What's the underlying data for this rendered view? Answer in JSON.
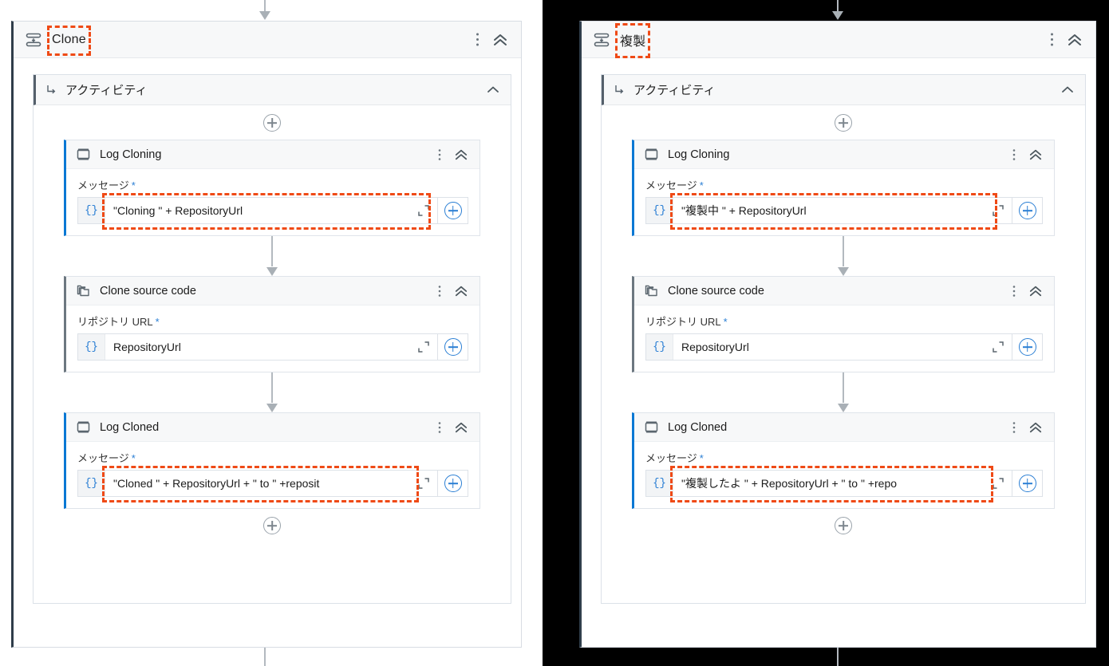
{
  "panels": [
    {
      "id": "left",
      "sequence": {
        "title": "Clone",
        "icon": "sequence-icon",
        "highlighted": true
      },
      "activity_group": {
        "label": "アクティビティ",
        "icon": "nested-arrow-icon",
        "collapsed": false
      },
      "cards": [
        {
          "name": "Log Cloning",
          "icon": "log-message-icon",
          "accent": "#0a78d4",
          "field_label": "メッセージ",
          "required_marker": "*",
          "expr_prefix": "{}",
          "expr_value": "\"Cloning \" + RepositoryUrl",
          "expr_highlighted": true
        },
        {
          "name": "Clone source code",
          "icon": "copy-folder-icon",
          "accent": "#6c7780",
          "field_label": "リポジトリ URL",
          "required_marker": "*",
          "expr_prefix": "{}",
          "expr_value": "RepositoryUrl",
          "expr_highlighted": false
        },
        {
          "name": "Log Cloned",
          "icon": "log-message-icon",
          "accent": "#0a78d4",
          "field_label": "メッセージ",
          "required_marker": "*",
          "expr_prefix": "{}",
          "expr_value": "\"Cloned \" + RepositoryUrl + \" to \" +reposit",
          "expr_highlighted": true
        }
      ]
    },
    {
      "id": "right",
      "sequence": {
        "title": "複製",
        "icon": "sequence-icon",
        "highlighted": true
      },
      "activity_group": {
        "label": "アクティビティ",
        "icon": "nested-arrow-icon",
        "collapsed": false
      },
      "cards": [
        {
          "name": "Log Cloning",
          "icon": "log-message-icon",
          "accent": "#0a78d4",
          "field_label": "メッセージ",
          "required_marker": "*",
          "expr_prefix": "{}",
          "expr_value": "\"複製中 \" + RepositoryUrl",
          "expr_highlighted": true
        },
        {
          "name": "Clone source code",
          "icon": "copy-folder-icon",
          "accent": "#6c7780",
          "field_label": "リポジトリ URL",
          "required_marker": "*",
          "expr_prefix": "{}",
          "expr_value": "RepositoryUrl",
          "expr_highlighted": false
        },
        {
          "name": "Log Cloned",
          "icon": "log-message-icon",
          "accent": "#0a78d4",
          "field_label": "メッセージ",
          "required_marker": "*",
          "expr_prefix": "{}",
          "expr_value": "\"複製したよ \" + RepositoryUrl + \" to \" +repo",
          "expr_highlighted": true
        }
      ]
    }
  ],
  "icons": {
    "more_menu": "more-vertical-icon",
    "collapse": "double-chevron-up-icon",
    "group_collapse": "chevron-up-icon",
    "add": "plus-circle-icon",
    "expand_editor": "expand-editor-icon"
  },
  "colors": {
    "highlight": "#ef4a16",
    "accent_blue": "#0a78d4",
    "sequence_accent": "#2f3d4a",
    "connector": "#b3b9bf",
    "band": "#000000"
  }
}
